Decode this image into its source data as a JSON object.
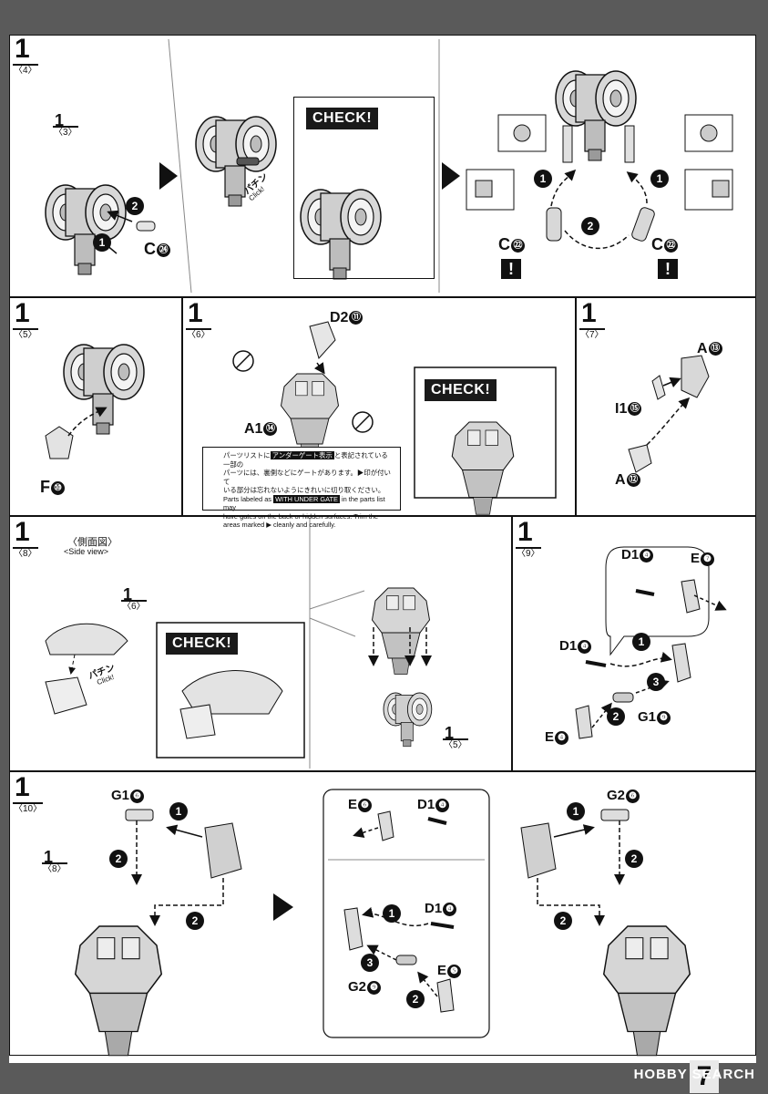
{
  "page_number": "7",
  "footer_brand": "HOBBY SEARCH",
  "check_label": "CHECK!",
  "warn_symbol": "!",
  "steps": {
    "s4": {
      "num": "1",
      "sub": "〈4〉",
      "ref_num": "1",
      "ref_sub": "〈3〉",
      "part_a": "C",
      "part_a_n": "㉔",
      "part_b": "C",
      "part_b_n": "㉒",
      "part_c": "C",
      "part_c_n": "㉒",
      "sound": "パチン",
      "sound_en": "Click!"
    },
    "s5": {
      "num": "1",
      "sub": "〈5〉",
      "part": "F",
      "part_n": "⑩"
    },
    "s6": {
      "num": "1",
      "sub": "〈6〉",
      "part_a": "D2",
      "part_a_n": "⑪",
      "part_b": "A1",
      "part_b_n": "⑭"
    },
    "s7": {
      "num": "1",
      "sub": "〈7〉",
      "part_a": "A",
      "part_a_n": "⑬",
      "part_b": "I1",
      "part_b_n": "⑮",
      "part_c": "A",
      "part_c_n": "⑫"
    },
    "s8": {
      "num": "1",
      "sub": "〈8〉",
      "side_view_jp": "〈側面図〉",
      "side_view_en": "<Side view>",
      "ref_a_num": "1",
      "ref_a_sub": "〈6〉",
      "ref_b_num": "1",
      "ref_b_sub": "〈5〉",
      "sound": "パチン",
      "sound_en": "Click!"
    },
    "s9": {
      "num": "1",
      "sub": "〈9〉",
      "part_a": "D1",
      "part_a_n": "❹",
      "part_b": "E",
      "part_b_n": "❼",
      "part_c": "D1",
      "part_c_n": "❹",
      "part_d": "G1",
      "part_d_n": "❾",
      "part_e": "E",
      "part_e_n": "❹"
    },
    "s10": {
      "num": "1",
      "sub": "〈10〉",
      "ref_num": "1",
      "ref_sub": "〈8〉",
      "part_a": "G1",
      "part_a_n": "❻",
      "part_b": "E",
      "part_b_n": "❻",
      "part_c": "D1",
      "part_c_n": "❹",
      "part_d": "D1",
      "part_d_n": "❹",
      "part_e": "G2",
      "part_e_n": "❾",
      "part_f": "E",
      "part_f_n": "❺",
      "part_g": "G2",
      "part_g_n": "❻"
    }
  },
  "gate_note": {
    "jp_1": "パーツリストに",
    "jp_tag": "アンダーゲート表示",
    "jp_2": "と表記されている一部の",
    "jp_3": "パーツには、裏側などにゲートがあります。▶印が付いて",
    "jp_4": "いる部分は忘れないようにきれいに切り取ください。",
    "en_1": "Parts labeled as",
    "en_tag": "WITH UNDER GATE",
    "en_2": "in the parts list may",
    "en_3": "have gates on the back or hidden surfaces. Trim the",
    "en_4": "areas marked ▶ cleanly and carefully."
  }
}
